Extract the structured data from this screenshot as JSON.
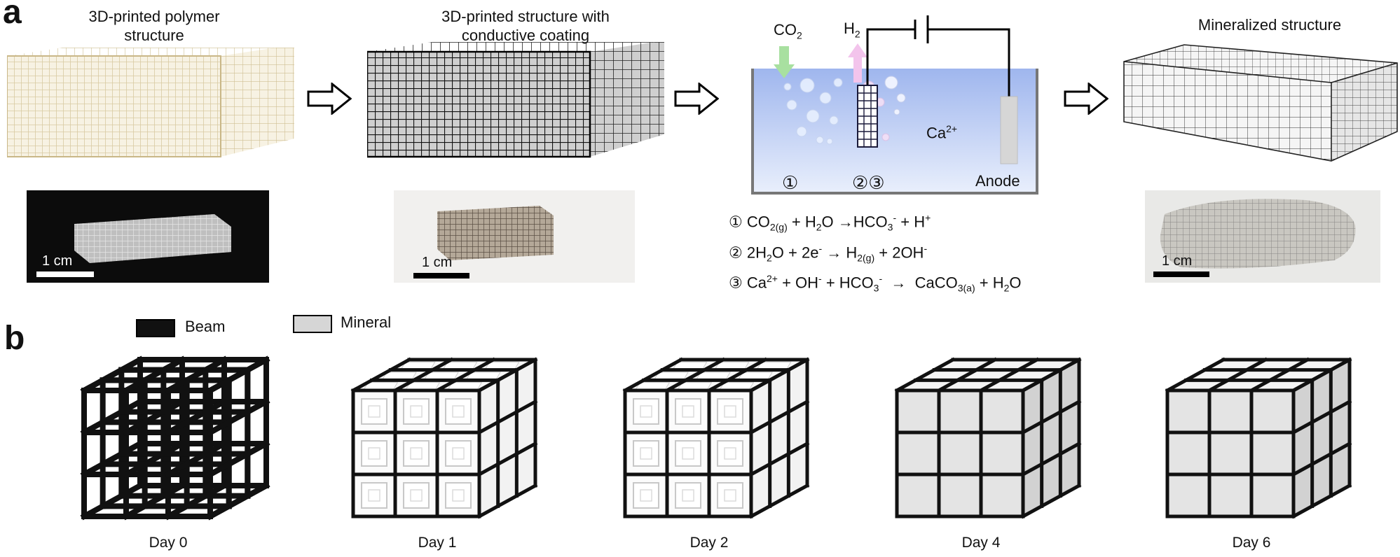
{
  "panel_a": {
    "letter": "a",
    "step1_caption_line1": "3D-printed polymer",
    "step1_caption_line2": "structure",
    "step2_caption_line1": "3D-printed structure with",
    "step2_caption_line2": "conductive coating",
    "step4_caption": "Mineralized structure",
    "scale_label": "1 cm",
    "tank": {
      "co2_label": "CO",
      "co2_sub": "2",
      "h2_label": "H",
      "h2_sub": "2",
      "ca_label": "Ca",
      "ca_sup": "2+",
      "anode_label": "Anode",
      "marker_1": "①",
      "marker_23": "②③",
      "water_color": "#b9cdf3",
      "co2_arrow_color": "#a8e0a0",
      "h2_arrow_color": "#f3c4ec"
    },
    "equations": {
      "eq1_num": "①",
      "eq1_a": "CO",
      "eq1_a_sub": "2(g)",
      "eq1_b": " + H",
      "eq1_b_sub": "2",
      "eq1_c": "O ",
      "eq1_arrow": "→",
      "eq1_d": "HCO",
      "eq1_d_sub": "3",
      "eq1_d_sup": "-",
      "eq1_e": " + H",
      "eq1_e_sup": "+",
      "eq2_num": "②",
      "eq2_a": "2H",
      "eq2_a_sub": "2",
      "eq2_b": "O + 2e",
      "eq2_b_sup": "-",
      "eq2_arrow": " → ",
      "eq2_c": "H",
      "eq2_c_sub": "2(g)",
      "eq2_d": " + 2OH",
      "eq2_d_sup": "-",
      "eq3_num": "③",
      "eq3_a": "Ca",
      "eq3_a_sup": "2+",
      "eq3_b": " + OH",
      "eq3_b_sup": "-",
      "eq3_c": " + HCO",
      "eq3_c_sub": "3",
      "eq3_c_sup": "-",
      "eq3_arrow": "  →  ",
      "eq3_d": "CaCO",
      "eq3_d_sub": "3(a)",
      "eq3_e": " + H",
      "eq3_e_sub": "2",
      "eq3_f": "O"
    }
  },
  "panel_b": {
    "letter": "b",
    "legend_beam": "Beam",
    "legend_mineral": "Mineral",
    "beam_color": "#111111",
    "mineral_color": "#d6d6d6",
    "days": [
      {
        "label": "Day 0"
      },
      {
        "label": "Day 1"
      },
      {
        "label": "Day 2"
      },
      {
        "label": "Day 4"
      },
      {
        "label": "Day 6"
      }
    ]
  }
}
